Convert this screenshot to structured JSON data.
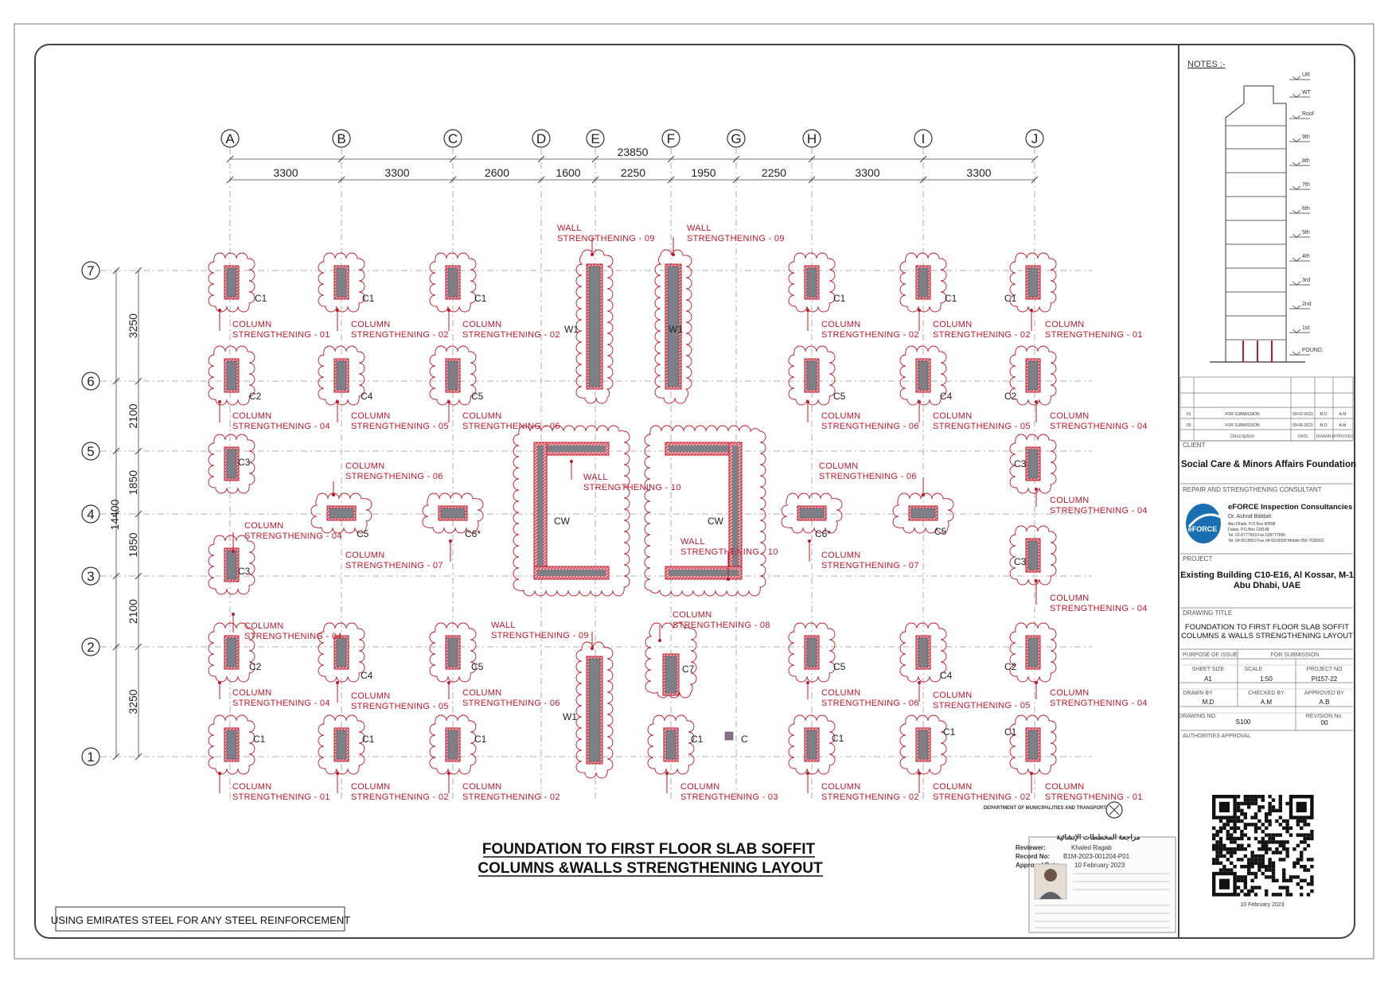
{
  "drawing_title_lines": [
    "FOUNDATION TO FIRST FLOOR SLAB SOFFIT",
    "COLUMNS &WALLS STRENGTHENING LAYOUT"
  ],
  "steel_note": "USING EMIRATES STEEL FOR ANY STEEL REINFORCEMENT",
  "grid_columns": [
    "A",
    "B",
    "C",
    "D",
    "E",
    "F",
    "G",
    "H",
    "I",
    "J"
  ],
  "grid_rows": [
    "7",
    "6",
    "5",
    "4",
    "3",
    "2",
    "1"
  ],
  "overall_width": "23850",
  "column_spacings": [
    "3300",
    "3300",
    "2600",
    "1600",
    "2250",
    "1950",
    "2250",
    "3300",
    "3300"
  ],
  "overall_height": "14400",
  "row_spacings": [
    "3250",
    "2100",
    "1850",
    "1850",
    "2100",
    "3250"
  ],
  "column_labels": {
    "c1": "C1",
    "c2": "C2",
    "c3": "C3",
    "c4": "C4",
    "c5": "C5",
    "c6s": "C6*",
    "c7": "C7",
    "w1": "W1",
    "cw": "CW",
    "c": "C"
  },
  "callouts": {
    "col": "COLUMN",
    "wall": "WALL",
    "s01": "STRENGTHENING - 01",
    "s02": "STRENGTHENING - 02",
    "s03": "STRENGTHENING - 03",
    "s04": "STRENGTHENING - 04",
    "s05": "STRENGTHENING - 05",
    "s06": "STRENGTHENING - 06",
    "s07": "STRENGTHENING - 07",
    "s08": "STRENGTHENING - 08",
    "s09": "STRENGTHENING - 09",
    "s10": "STRENGTHENING - 10"
  },
  "title_block": {
    "notes_label": "NOTES :-",
    "levels": [
      "UR",
      "WT",
      "Roof",
      "9th",
      "8th",
      "7th",
      "6th",
      "5th",
      "4th",
      "3rd",
      "2nd",
      "1st",
      "FOUND."
    ],
    "revisions": [
      {
        "rev": "01",
        "desc": "FOR SUBMISSION",
        "date": "09-02-2023",
        "by": "M.D",
        "app": "A.M"
      },
      {
        "rev": "00",
        "desc": "FOR SUBMISSION",
        "date": "09-06-2022",
        "by": "M.D",
        "app": "A.M"
      }
    ],
    "revision_header": [
      "Description",
      "DATE",
      "DRAWN",
      "APPROVED"
    ],
    "client_label": "CLIENT",
    "client": "Social Care & Minors Affairs Foundation",
    "consultant_label": "REPAIR AND STRENGTHENING CONSULTANT",
    "consultant_name": "eFORCE Inspection Consultancies",
    "consultant_person": "Dr. Ashraf Biddah",
    "consultant_lines": [
      "Abu Dhabi, P.O.Box 90898",
      "Dubai, P.O.Box 118148",
      "Tel. 02-6777993  Fax.026777996",
      "Tel. 04-5519910  Fax 04-5519930  Mobile 050-7636202"
    ],
    "logo_text": "eFORCE",
    "project_label": "PROJECT",
    "project_lines": [
      "Existing Building C10-E16, Al Kossar, M-1",
      "Abu Dhabi, UAE"
    ],
    "drawing_title_label": "DRAWING TITLE",
    "drawing_title_lines": [
      "FOUNDATION TO FIRST FLOOR SLAB SOFFIT",
      "COLUMNS & WALLS STRENGTHENING LAYOUT"
    ],
    "purpose_label": "PURPOSE OF ISSUE",
    "purpose": "FOR SUBMISSION",
    "sheet_size_label": "SHEET SIZE",
    "sheet_size": "A1",
    "scale_label": "SCALE",
    "scale": "1:50",
    "project_no_label": "PROJECT NO",
    "project_no": "PI157-22",
    "drawn_by_label": "DRAWN BY",
    "drawn_by": "M.D",
    "checked_by_label": "CHECKED BY",
    "checked_by": "A.M",
    "approved_by_label": "APPROVED BY",
    "approved_by": "A.B",
    "drawing_no_label": "DRAWING NO.",
    "drawing_no": "S100",
    "revision_no_label": "REVISION No.",
    "revision_no": "00",
    "authorities_label": "AUTHORITIES APPROVAL",
    "qr_date": "10 February 2023"
  },
  "stamp": {
    "authority_en": "DEPARTMENT OF MUNICIPALITIES AND TRANSPORT",
    "heading_ar": "مراجعة المخططات الإنشائية",
    "reviewer_label": "Reviewer:",
    "reviewer": "Khaled Ragab",
    "record_label": "Record No:",
    "record": "B1M-2023-001204-P01",
    "approval_label": "Approval Date:",
    "approval_date": "10 February 2023"
  },
  "colors": {
    "red": "#c0182b",
    "grey": "#7f7f88",
    "frame": "#555555"
  }
}
